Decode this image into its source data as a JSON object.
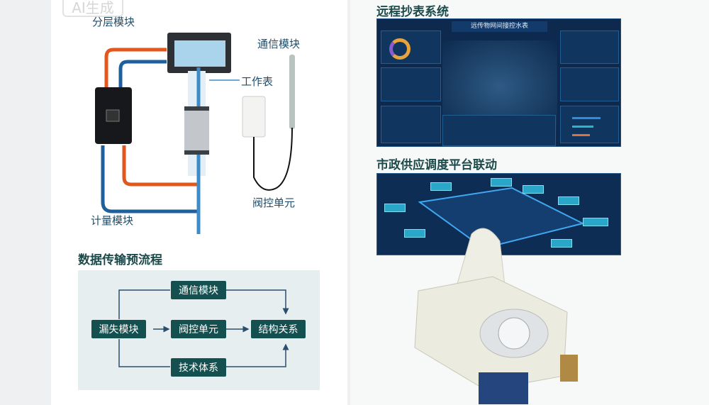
{
  "watermark": "AI生成",
  "diagram": {
    "labels": {
      "layer_module": "分层模块",
      "comm_module": "通信模块",
      "work_meter": "工作表",
      "valve_unit": "阀控单元",
      "metering_module": "计量模块"
    }
  },
  "flow": {
    "title": "数据传输预流程",
    "nodes": {
      "source": "漏失模块",
      "top": "通信模块",
      "middle": "阀控单元",
      "bottom": "技术体系",
      "target": "结构关系"
    }
  },
  "remote": {
    "title": "远程抄表系统",
    "dashboard_title": "远传物网间接控水表"
  },
  "municipal": {
    "title": "市政供应调度平台联动"
  },
  "colors": {
    "heading": "#1c4a4a",
    "flow_box": "#14504f",
    "pipe_orange": "#e2571e",
    "pipe_blue": "#1f5f9c",
    "dashboard_bg": "#0d2a4e"
  }
}
